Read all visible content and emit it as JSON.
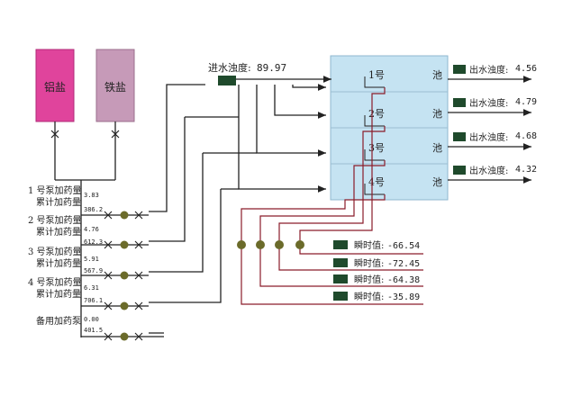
{
  "tanks": {
    "aluminum_salt": {
      "label": "铝盐",
      "color": "#e0449c"
    },
    "iron_salt": {
      "label": "铁盐",
      "color": "#c69ab8"
    }
  },
  "inlet": {
    "label": "进水浊度:",
    "value": "89.97"
  },
  "pools": [
    {
      "number": "1号",
      "name": "池"
    },
    {
      "number": "2号",
      "name": "池"
    },
    {
      "number": "3号",
      "name": "池"
    },
    {
      "number": "4号",
      "name": "池"
    }
  ],
  "outlets": [
    {
      "label": "出水浊度:",
      "value": "4.56"
    },
    {
      "label": "出水浊度:",
      "value": "4.79"
    },
    {
      "label": "出水浊度:",
      "value": "4.68"
    },
    {
      "label": "出水浊度:",
      "value": "4.32"
    }
  ],
  "pumps": [
    {
      "label_line1": "1 号泵加药量",
      "label_line2": "累计加药量",
      "dose": "3.83",
      "total": "386.2"
    },
    {
      "label_line1": "2 号泵加药量",
      "label_line2": "累计加药量",
      "dose": "4.76",
      "total": "612.3"
    },
    {
      "label_line1": "3 号泵加药量",
      "label_line2": "累计加药量",
      "dose": "5.91",
      "total": "567.9"
    },
    {
      "label_line1": "4 号泵加药量",
      "label_line2": "累计加药量",
      "dose": "6.31",
      "total": "706.1"
    },
    {
      "label_line1": "备用加药泵",
      "label_line2": "",
      "dose": "0.00",
      "total": "401.5"
    }
  ],
  "instant": [
    {
      "label": "瞬时值:",
      "value": "-66.54"
    },
    {
      "label": "瞬时值:",
      "value": "-72.45"
    },
    {
      "label": "瞬时值:",
      "value": "-64.38"
    },
    {
      "label": "瞬时值:",
      "value": "-35.89"
    }
  ],
  "colors": {
    "pool_fill": "#c5e3f2",
    "pool_stroke": "#8fb7cf",
    "pipe": "#222222",
    "signal": "#8a1c2a",
    "valve": "#6b6b2a",
    "indicator": "#1f4a2c"
  }
}
